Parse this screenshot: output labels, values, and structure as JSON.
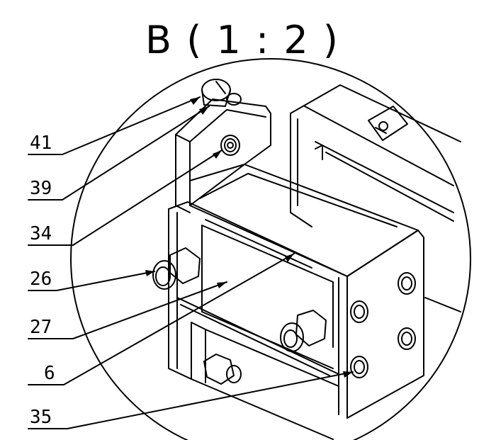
{
  "title": "B ( 1 : 2 )",
  "callouts": [
    {
      "id": "41",
      "label": "41"
    },
    {
      "id": "39",
      "label": "39"
    },
    {
      "id": "34",
      "label": "34"
    },
    {
      "id": "26",
      "label": "26"
    },
    {
      "id": "27",
      "label": "27"
    },
    {
      "id": "6",
      "label": "6"
    },
    {
      "id": "35",
      "label": "35"
    }
  ],
  "colors": {
    "line": "#000000",
    "background": "#ffffff"
  }
}
